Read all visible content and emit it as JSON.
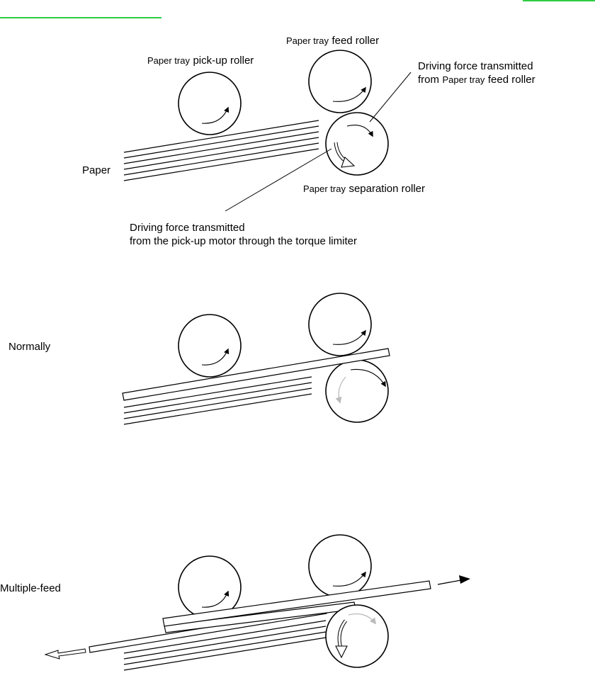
{
  "accent_color": "#2ecc40",
  "diagram_1": {
    "pickup_label": {
      "small": "Paper tray",
      "large": "pick-up roller"
    },
    "feed_label": {
      "small": "Paper tray",
      "large": "feed roller"
    },
    "feed_force_label": {
      "line1": "Driving force transmitted",
      "line2_prefix": "from",
      "line2_small": "Paper tray",
      "line2_suffix": "feed roller"
    },
    "separation_label": {
      "small": "Paper tray",
      "large": "separation roller"
    },
    "paper_label": "Paper",
    "motor_force_label": {
      "line1": "Driving force transmitted",
      "line2": "from the pick-up motor through the torque limiter"
    }
  },
  "diagram_2": {
    "state_label": "Normally"
  },
  "diagram_3": {
    "state_label": "Multiple-feed"
  }
}
